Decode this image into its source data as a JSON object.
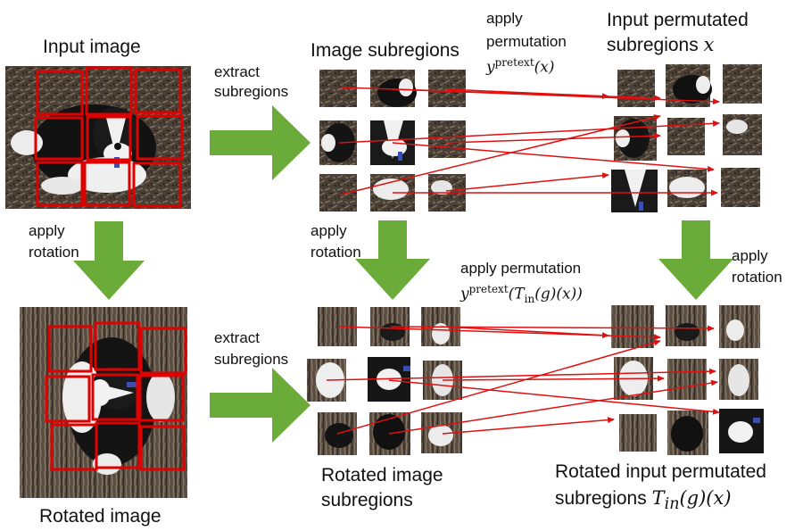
{
  "labels": {
    "input_image": "Input image",
    "rotated_image": "Rotated image",
    "image_subregions": "Image subregions",
    "input_permutated_line1": "Input permutated",
    "input_permutated_line2": "subregions",
    "input_permutated_var": "x",
    "apply_permutation_top_line1": "apply",
    "apply_permutation_top_line2": "permutation",
    "apply_permutation_top_math": "y",
    "apply_permutation_top_sup": "pretext",
    "apply_permutation_top_arg": "(x)",
    "extract_top_line1": "extract",
    "extract_top_line2": "subregions",
    "extract_bottom_line1": "extract",
    "extract_bottom_line2": "subregions",
    "apply_rotation_left_line1": "apply",
    "apply_rotation_left_line2": "rotation",
    "apply_rotation_mid_line1": "apply",
    "apply_rotation_mid_line2": "rotation",
    "apply_rotation_right_line1": "apply",
    "apply_rotation_right_line2": "rotation",
    "apply_permutation_bottom_line1": "apply permutation",
    "apply_permutation_bottom_math": "y",
    "apply_permutation_bottom_sup": "pretext",
    "apply_permutation_bottom_arg_pre": "(T",
    "apply_permutation_bottom_sub": "in",
    "apply_permutation_bottom_arg_post": "(g)(x))",
    "rotated_image_subregions_line1": "Rotated image",
    "rotated_image_subregions_line2": "subregions",
    "rotated_input_line1": "Rotated input permutated",
    "rotated_input_line2": "subregions",
    "rotated_input_math": "T",
    "rotated_input_sub": "in",
    "rotated_input_arg": "(g)(x)"
  },
  "colors": {
    "arrow_green": "#6aab3a",
    "perm_red": "#e01010",
    "box_red": "#e00000",
    "dirt_dark": "#3a332b",
    "dirt_mid": "#6b5e50",
    "dog_black": "#111111",
    "dog_white": "#f2f2f2"
  }
}
